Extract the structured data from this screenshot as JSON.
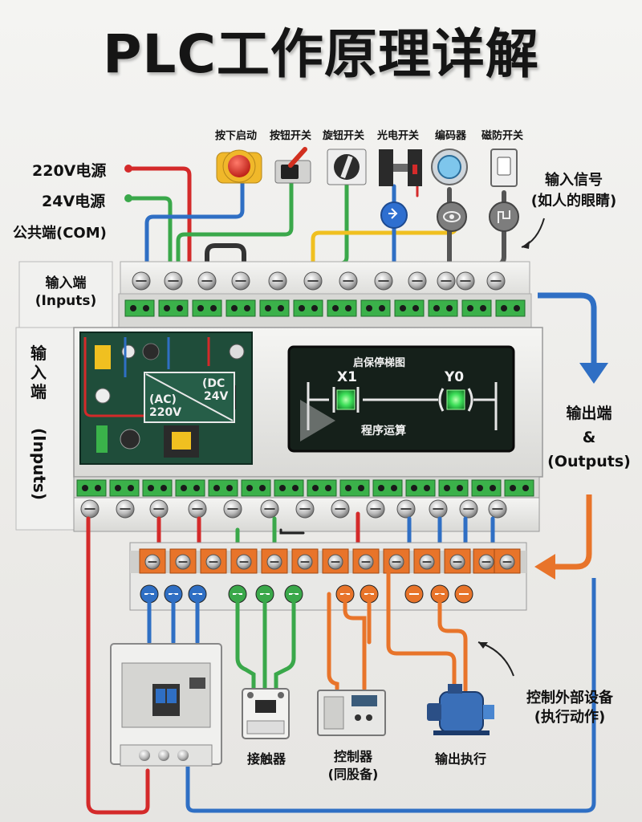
{
  "title": "PLC工作原理详解",
  "input_devices": [
    {
      "label": "按下启动",
      "icon": "red-pushbutton-icon"
    },
    {
      "label": "按钮开关",
      "icon": "toggle-switch-icon"
    },
    {
      "label": "旋钮开关",
      "icon": "rotary-knob-icon"
    },
    {
      "label": "光电开关",
      "icon": "photoelectric-sensor-icon"
    },
    {
      "label": "编码器",
      "icon": "encoder-icon"
    },
    {
      "label": "磁防开关",
      "icon": "magnetic-switch-icon"
    }
  ],
  "power": {
    "ac_supply": "220V电源",
    "dc_supply": "24V电源",
    "common": "公共端(COM)"
  },
  "input_signal": {
    "line1": "输入信号",
    "line2": "(如人的眼睛)"
  },
  "input_terminal": {
    "line1": "输入端",
    "line2": "(Inputs)"
  },
  "input_terminal_vertical": {
    "chars": [
      "输",
      "入",
      "端"
    ],
    "latin": "(Inputs)"
  },
  "power_module": {
    "dc": "(DC",
    "v24": "24V",
    "ac": "(AC)",
    "v220": "220V"
  },
  "lcd": {
    "header": "启保停梯图",
    "contact": "X1",
    "coil": "Y0",
    "footer": "程序运算",
    "lamp_color": "#3ee05a"
  },
  "output_terminal": {
    "line1": "输出端",
    "line2": "&",
    "line3": "(Outputs)"
  },
  "control_external": {
    "line1": "控制外部设备",
    "line2": "(执行动作)"
  },
  "output_devices": [
    {
      "label": "接触器",
      "icon": "contactor-icon"
    },
    {
      "label": "控制器",
      "label2": "(同股备)",
      "icon": "controller-icon"
    },
    {
      "label": "输出执行",
      "icon": "motor-icon"
    }
  ],
  "colors": {
    "wire_red": "#d42a2a",
    "wire_green": "#3aa84a",
    "wire_blue": "#2f6fc4",
    "wire_yellow": "#f0c020",
    "wire_orange": "#e8742a",
    "wire_gray": "#555555",
    "terminal_green": "#3bb14a",
    "terminal_orange": "#e8742a",
    "pcb_green": "#1f4d3a",
    "lcd_bg": "#15201a"
  }
}
